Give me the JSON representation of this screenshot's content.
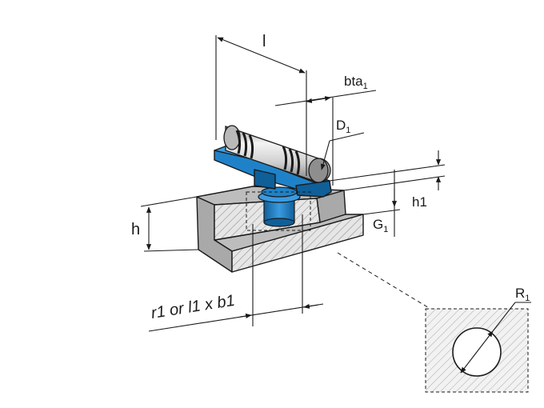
{
  "diagram": {
    "labels": {
      "length": "l",
      "bta_base": "bta",
      "bta_sub": "1",
      "d_base": "D",
      "d_sub": "1",
      "h": "h",
      "h1": "h1",
      "g_base": "G",
      "g_sub": "1",
      "r_base": "R",
      "r_sub": "1",
      "bottom": "r1 or l1 x b1"
    },
    "colors": {
      "ink": "#1a1a1a",
      "blue": "#1f82c8",
      "blue_dark": "#0f5f99",
      "grey_top": "#bdbdbd",
      "grey_front": "#cfcfcf",
      "grey_side": "#a9a9a9",
      "hatch": "#9a9a9a",
      "cylinder_light": "#ededed",
      "cylinder_dark": "#8e8e8e"
    }
  }
}
